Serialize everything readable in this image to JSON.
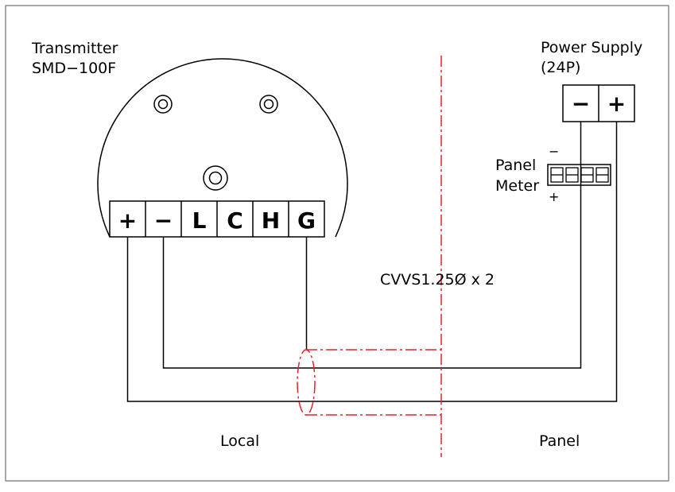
{
  "transmitter": {
    "title_line1": "Transmitter",
    "title_line2": "SMD−100F",
    "terminals": [
      "+",
      "−",
      "L",
      "C",
      "H",
      "G"
    ]
  },
  "power_supply": {
    "title_line1": "Power Supply",
    "title_line2": "(24P)",
    "terminals": [
      "−",
      "+"
    ]
  },
  "panel_meter": {
    "label_line1": "Panel",
    "label_line2": "Meter",
    "minus_sign": "−",
    "plus_sign": "+"
  },
  "cable_label": "CVVS1.25Ø x 2",
  "zones": {
    "local": "Local",
    "panel": "Panel"
  },
  "colors": {
    "line": "#000000",
    "divider": "#e8202a",
    "frame": "#808080"
  }
}
